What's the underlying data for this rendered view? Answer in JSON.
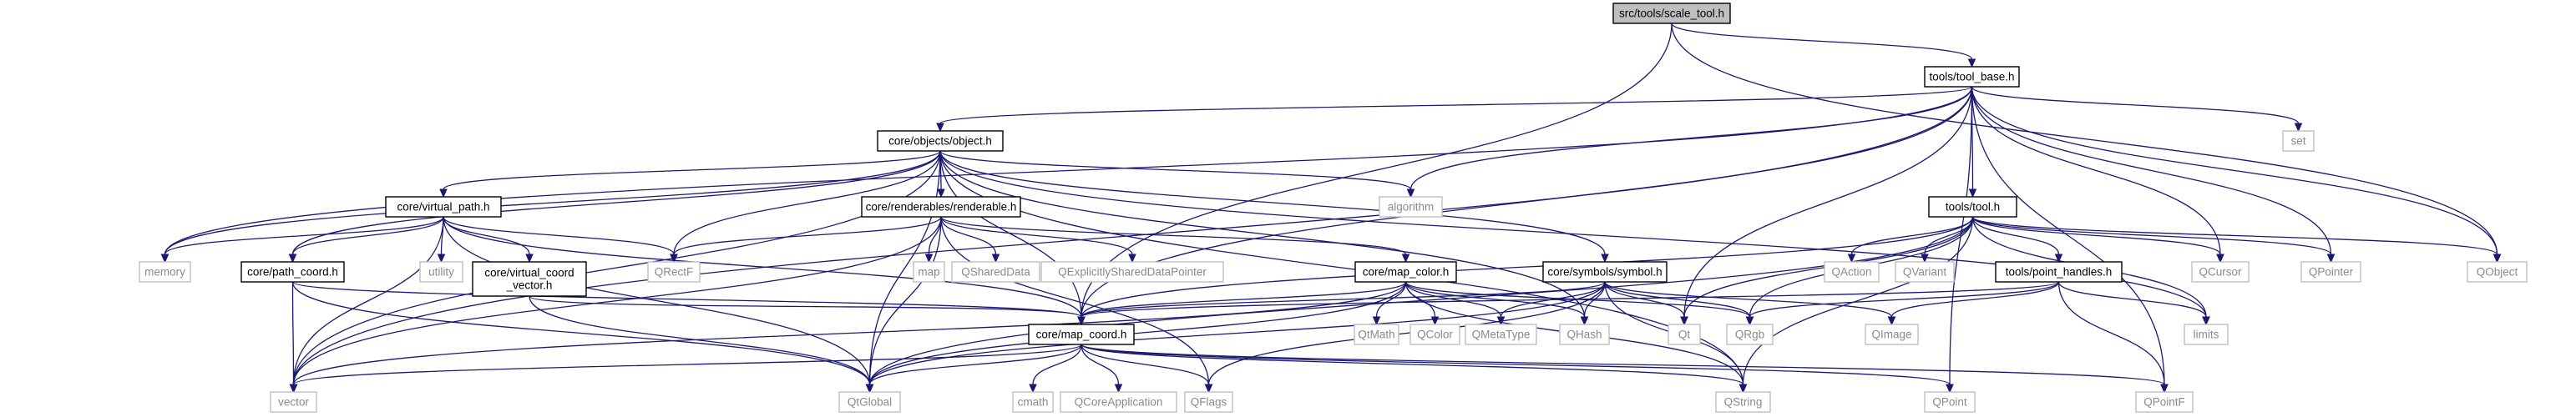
{
  "nodes": [
    {
      "id": "scale_tool",
      "label": "src/tools/scale_tool.h",
      "kind": "root"
    },
    {
      "id": "tool_base",
      "label": "tools/tool_base.h",
      "kind": "internal"
    },
    {
      "id": "object",
      "label": "core/objects/object.h",
      "kind": "internal"
    },
    {
      "id": "tool",
      "label": "tools/tool.h",
      "kind": "internal"
    },
    {
      "id": "virtual_path",
      "label": "core/virtual_path.h",
      "kind": "internal"
    },
    {
      "id": "renderable",
      "label": "core/renderables/renderable.h",
      "kind": "internal"
    },
    {
      "id": "path_coord",
      "label": "core/path_coord.h",
      "kind": "internal"
    },
    {
      "id": "vcv",
      "label": "core/virtual_coord\n_vector.h",
      "kind": "internal"
    },
    {
      "id": "map_color",
      "label": "core/map_color.h",
      "kind": "internal"
    },
    {
      "id": "symbol",
      "label": "core/symbols/symbol.h",
      "kind": "internal"
    },
    {
      "id": "point_handles",
      "label": "tools/point_handles.h",
      "kind": "internal"
    },
    {
      "id": "map_coord",
      "label": "core/map_coord.h",
      "kind": "internal"
    },
    {
      "id": "vector",
      "label": "vector",
      "kind": "external"
    },
    {
      "id": "qtglobal",
      "label": "QtGlobal",
      "kind": "external"
    },
    {
      "id": "cmath",
      "label": "cmath",
      "kind": "external"
    },
    {
      "id": "qcoreapp",
      "label": "QCoreApplication",
      "kind": "external"
    },
    {
      "id": "qflags",
      "label": "QFlags",
      "kind": "external"
    },
    {
      "id": "qstring",
      "label": "QString",
      "kind": "external"
    },
    {
      "id": "qpoint",
      "label": "QPoint",
      "kind": "external"
    },
    {
      "id": "qpointf",
      "label": "QPointF",
      "kind": "external"
    },
    {
      "id": "memory",
      "label": "memory",
      "kind": "external"
    },
    {
      "id": "utility",
      "label": "utility",
      "kind": "external"
    },
    {
      "id": "qrectf",
      "label": "QRectF",
      "kind": "external"
    },
    {
      "id": "map",
      "label": "map",
      "kind": "external"
    },
    {
      "id": "qshareddata",
      "label": "QSharedData",
      "kind": "external"
    },
    {
      "id": "qesdp",
      "label": "QExplicitlySharedDataPointer",
      "kind": "external"
    },
    {
      "id": "algorithm",
      "label": "algorithm",
      "kind": "external"
    },
    {
      "id": "qtmath",
      "label": "QtMath",
      "kind": "external"
    },
    {
      "id": "qcolor",
      "label": "QColor",
      "kind": "external"
    },
    {
      "id": "qmetatype",
      "label": "QMetaType",
      "kind": "external"
    },
    {
      "id": "qhash",
      "label": "QHash",
      "kind": "external"
    },
    {
      "id": "qt",
      "label": "Qt",
      "kind": "external"
    },
    {
      "id": "qrgb",
      "label": "QRgb",
      "kind": "external"
    },
    {
      "id": "qimage",
      "label": "QImage",
      "kind": "external"
    },
    {
      "id": "qaction",
      "label": "QAction",
      "kind": "external"
    },
    {
      "id": "qvariant",
      "label": "QVariant",
      "kind": "external"
    },
    {
      "id": "qcursor",
      "label": "QCursor",
      "kind": "external"
    },
    {
      "id": "qpointer",
      "label": "QPointer",
      "kind": "external"
    },
    {
      "id": "qobject",
      "label": "QObject",
      "kind": "external"
    },
    {
      "id": "limits",
      "label": "limits",
      "kind": "external"
    },
    {
      "id": "set",
      "label": "set",
      "kind": "external"
    }
  ],
  "edges": [
    [
      "scale_tool",
      "tool_base"
    ],
    [
      "scale_tool",
      "map_coord"
    ],
    [
      "scale_tool",
      "qobject"
    ],
    [
      "tool_base",
      "object"
    ],
    [
      "tool_base",
      "tool"
    ],
    [
      "tool_base",
      "map_coord"
    ],
    [
      "tool_base",
      "vector"
    ],
    [
      "tool_base",
      "memory"
    ],
    [
      "tool_base",
      "algorithm"
    ],
    [
      "tool_base",
      "qt"
    ],
    [
      "tool_base",
      "set"
    ],
    [
      "tool_base",
      "qobject"
    ],
    [
      "tool_base",
      "qpointer"
    ],
    [
      "tool_base",
      "qcursor"
    ],
    [
      "tool_base",
      "qpoint"
    ],
    [
      "tool_base",
      "qpointf"
    ],
    [
      "object",
      "virtual_path"
    ],
    [
      "object",
      "renderable"
    ],
    [
      "object",
      "symbol"
    ],
    [
      "object",
      "path_coord"
    ],
    [
      "object",
      "map_coord"
    ],
    [
      "object",
      "vector"
    ],
    [
      "object",
      "qtglobal"
    ],
    [
      "object",
      "qrectf"
    ],
    [
      "object",
      "algorithm"
    ],
    [
      "object",
      "memory"
    ],
    [
      "object",
      "qhash"
    ],
    [
      "object",
      "limits"
    ],
    [
      "object",
      "qstring"
    ],
    [
      "virtual_path",
      "path_coord"
    ],
    [
      "virtual_path",
      "vcv"
    ],
    [
      "virtual_path",
      "map_coord"
    ],
    [
      "virtual_path",
      "memory"
    ],
    [
      "virtual_path",
      "utility"
    ],
    [
      "virtual_path",
      "vector"
    ],
    [
      "virtual_path",
      "qrectf"
    ],
    [
      "virtual_path",
      "qtglobal"
    ],
    [
      "renderable",
      "map_color"
    ],
    [
      "renderable",
      "map"
    ],
    [
      "renderable",
      "qshareddata"
    ],
    [
      "renderable",
      "qesdp"
    ],
    [
      "renderable",
      "qrectf"
    ],
    [
      "renderable",
      "vector"
    ],
    [
      "renderable",
      "qtglobal"
    ],
    [
      "renderable",
      "qflags"
    ],
    [
      "path_coord",
      "map_coord"
    ],
    [
      "path_coord",
      "vector"
    ],
    [
      "path_coord",
      "qtglobal"
    ],
    [
      "vcv",
      "map_coord"
    ],
    [
      "vcv",
      "qtglobal"
    ],
    [
      "map_color",
      "map_coord"
    ],
    [
      "map_color",
      "qtmath"
    ],
    [
      "map_color",
      "qcolor"
    ],
    [
      "map_color",
      "qmetatype"
    ],
    [
      "map_color",
      "qhash"
    ],
    [
      "map_color",
      "qrgb"
    ],
    [
      "map_color",
      "qstring"
    ],
    [
      "map_color",
      "qtglobal"
    ],
    [
      "map_color",
      "vector"
    ],
    [
      "symbol",
      "map_coord"
    ],
    [
      "symbol",
      "qt"
    ],
    [
      "symbol",
      "qmetatype"
    ],
    [
      "symbol",
      "qhash"
    ],
    [
      "symbol",
      "qrgb"
    ],
    [
      "symbol",
      "qstring"
    ],
    [
      "symbol",
      "qimage"
    ],
    [
      "symbol",
      "qflags"
    ],
    [
      "symbol",
      "qtglobal"
    ],
    [
      "tool",
      "point_handles"
    ],
    [
      "tool",
      "map_coord"
    ],
    [
      "tool",
      "qaction"
    ],
    [
      "tool",
      "qvariant"
    ],
    [
      "tool",
      "qcursor"
    ],
    [
      "tool",
      "qpointer"
    ],
    [
      "tool",
      "qobject"
    ],
    [
      "tool",
      "qt"
    ],
    [
      "tool",
      "qrgb"
    ],
    [
      "tool",
      "qstring"
    ],
    [
      "tool",
      "limits"
    ],
    [
      "tool",
      "qtglobal"
    ],
    [
      "point_handles",
      "map_coord"
    ],
    [
      "point_handles",
      "qrgb"
    ],
    [
      "point_handles",
      "qimage"
    ],
    [
      "point_handles",
      "limits"
    ],
    [
      "point_handles",
      "qpointf"
    ],
    [
      "map_coord",
      "vector"
    ],
    [
      "map_coord",
      "qtglobal"
    ],
    [
      "map_coord",
      "cmath"
    ],
    [
      "map_coord",
      "qcoreapp"
    ],
    [
      "map_coord",
      "qflags"
    ],
    [
      "map_coord",
      "qstring"
    ],
    [
      "map_coord",
      "qpoint"
    ],
    [
      "map_coord",
      "qpointf"
    ]
  ]
}
